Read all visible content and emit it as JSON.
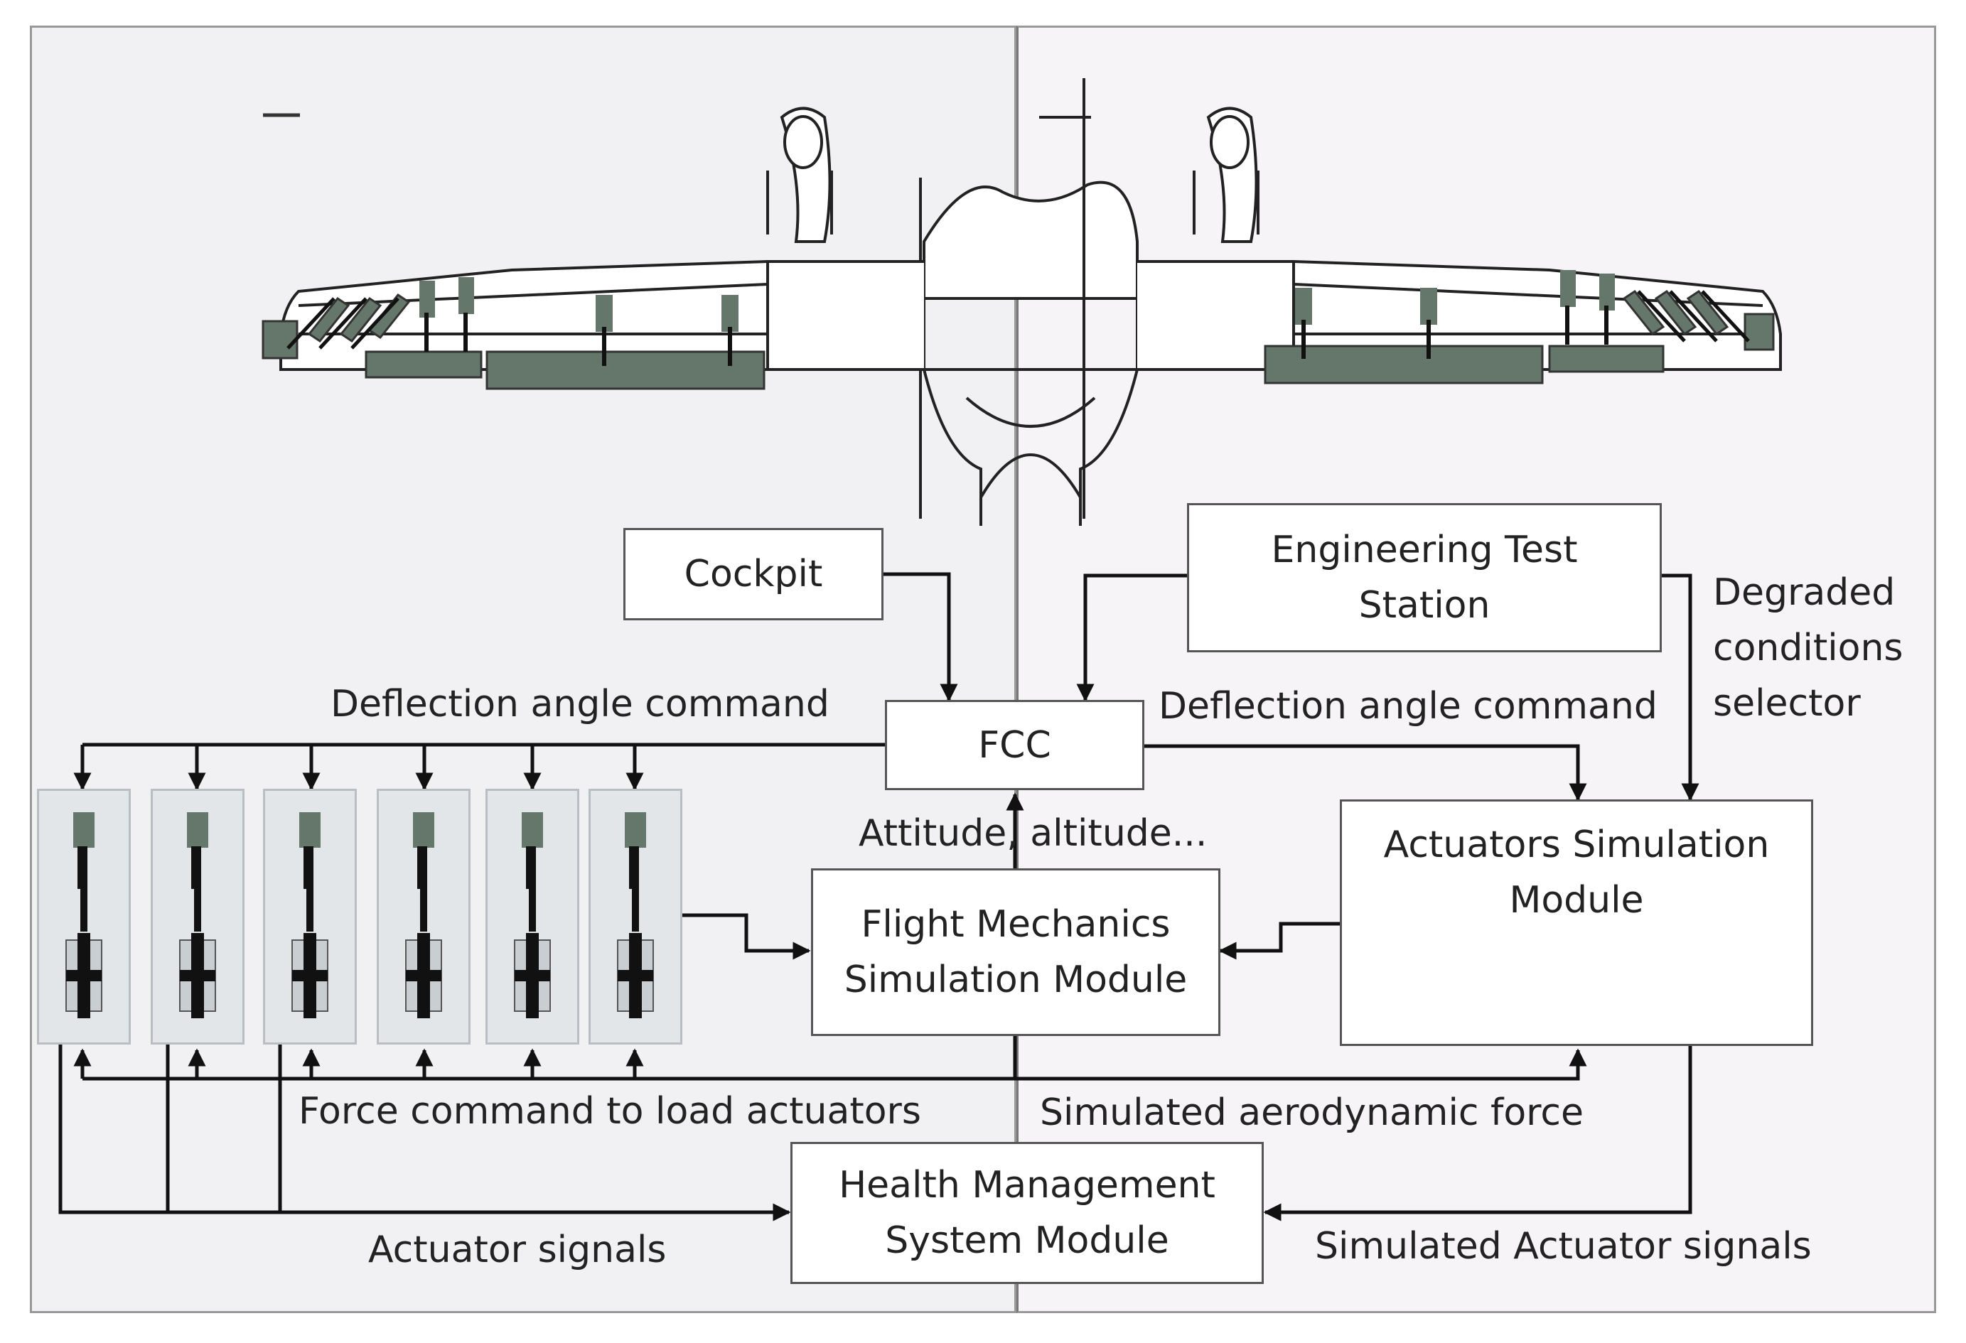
{
  "colors": {
    "panel_left": "#f1f0f2",
    "panel_right": "#f6f4f6",
    "actuator_unit_fill": "#e3e6e8",
    "surface_fill": "#65766a",
    "line": "#111111"
  },
  "blocks": {
    "cockpit": "Cockpit",
    "ets": "Engineering Test\nStation",
    "fcc": "FCC",
    "actuators_sim": "Actuators Simulation\nModule",
    "flight_mech": "Flight Mechanics\nSimulation Module",
    "hms": "Health Management\nSystem Module"
  },
  "labels": {
    "deflection_left": "Deflection angle command",
    "deflection_right": "Deflection angle command",
    "degraded": "Degraded\nconditions\nselector",
    "attitude": "Attitude, altitude...",
    "force_cmd": "Force command to load actuators",
    "sim_aero": "Simulated aerodynamic force",
    "actuator_signals": "Actuator signals",
    "sim_actuator_signals": "Simulated Actuator signals"
  },
  "actuator_units": [
    {
      "id": 1
    },
    {
      "id": 2
    },
    {
      "id": 3
    },
    {
      "id": 4
    },
    {
      "id": 5
    },
    {
      "id": 6
    }
  ]
}
